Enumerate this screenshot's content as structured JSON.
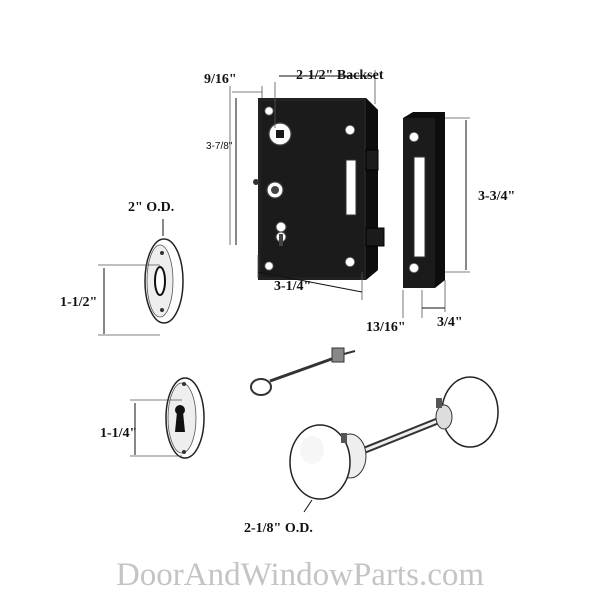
{
  "dimensions": {
    "lockset_depth": "9/16\"",
    "backset": "2-1/2\" Backset",
    "case_height": "3-7/8\"",
    "strike_height": "3-3/4\"",
    "case_width": "3-1/4\"",
    "strike_depth": "13/16\"",
    "strike_width": "3/4\"",
    "rosette_od": "2\" O.D.",
    "rosette_inner": "1-1/2\"",
    "escutcheon_height": "1-1/4\"",
    "knob_od": "2-1/8\" O.D."
  },
  "watermark": "DoorAndWindowParts.com",
  "colors": {
    "lock_body": "#1b1b1b",
    "watermark": "#c4c4c4"
  }
}
